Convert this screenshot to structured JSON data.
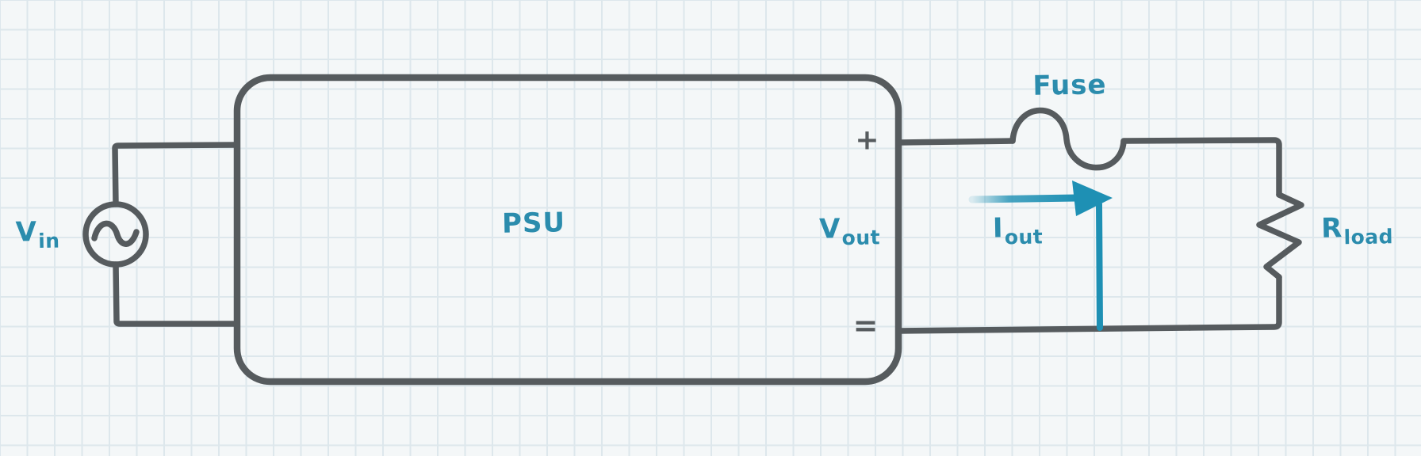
{
  "canvas": {
    "background": "#f4f7f8",
    "grid_line_color": "#dde7ec"
  },
  "colors": {
    "wire": "#565b5e",
    "label_teal": "#2b8cad",
    "arrow_teal": "#1e90b4"
  },
  "labels": {
    "vin": {
      "main": "V",
      "sub": "in"
    },
    "psu": "PSU",
    "vout": {
      "main": "V",
      "sub": "out"
    },
    "plus_terminal": "+",
    "minus_terminal": "=",
    "fuse": "Fuse",
    "iout": {
      "main": "I",
      "sub": "out"
    },
    "rload": {
      "main": "R",
      "sub": "load"
    }
  },
  "icons": [
    "ac-source-icon",
    "psu-box",
    "fuse-icon",
    "resistor-icon",
    "current-arrow-icon"
  ]
}
